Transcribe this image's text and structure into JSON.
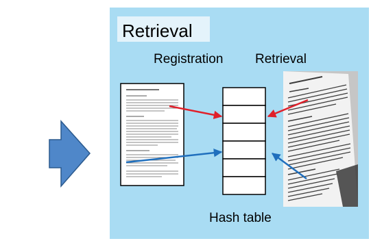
{
  "panel": {
    "title": "Retrieval",
    "background_color": "#a9dcf3",
    "title_background_color": "#e4f3fb"
  },
  "columns": {
    "registration_label": "Registration",
    "retrieval_label": "Retrieval"
  },
  "hash_table": {
    "label": "Hash table",
    "cell_count": 6
  },
  "big_arrow": {
    "fill_color": "#4f87c9",
    "stroke_color": "#2b5a8e",
    "icon": "right-arrow-icon"
  },
  "arrows": {
    "red_color": "#e0202a",
    "blue_color": "#1f6fbd"
  }
}
